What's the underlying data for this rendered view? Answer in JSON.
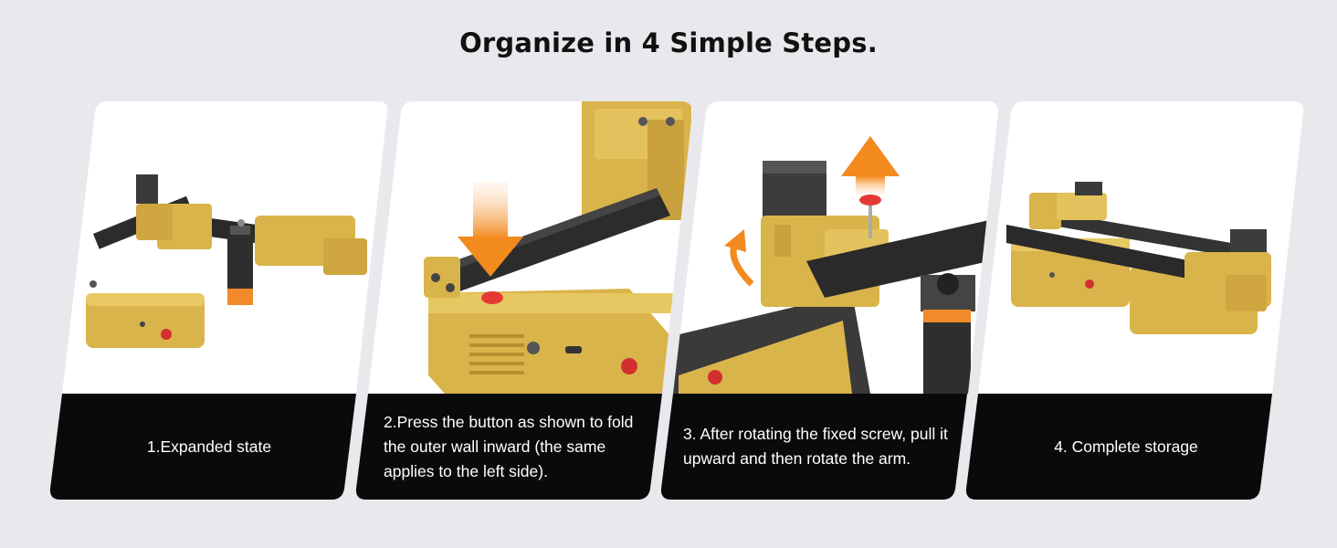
{
  "title": "Organize in 4 Simple Steps.",
  "steps": [
    {
      "caption": "1.Expanded state"
    },
    {
      "caption": "2.Press the button as shown to fold the outer wall inward (the same applies to the left side)."
    },
    {
      "caption": "3. After rotating the fixed screw, pull it upward and then rotate the arm."
    },
    {
      "caption": "4. Complete storage"
    }
  ],
  "colors": {
    "background": "#e9e8ec",
    "card": "#ffffff",
    "caption_bar": "#0a0a0a",
    "gold": "#d9b44a",
    "arrow_orange": "#f28a1e"
  }
}
